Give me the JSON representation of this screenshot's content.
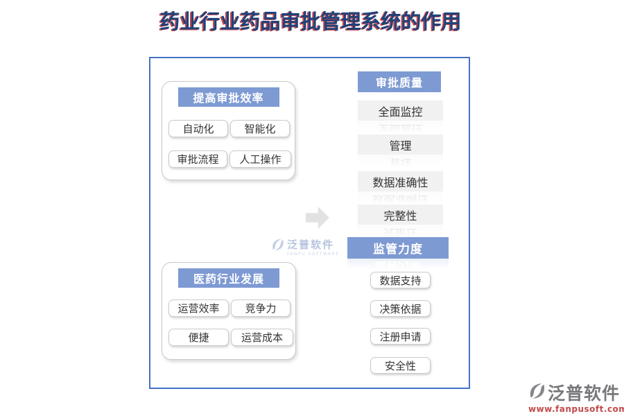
{
  "title": "药业行业药品审批管理系统的作用",
  "left_groups": [
    {
      "header": "提高审批效率",
      "tags": [
        "自动化",
        "智能化",
        "审批流程",
        "人工操作"
      ]
    },
    {
      "header": "医药行业发展",
      "tags": [
        "运营效率",
        "竞争力",
        "便捷",
        "运营成本"
      ]
    }
  ],
  "right_column": {
    "top_header": "审批质量",
    "gray_items": [
      "全面监控",
      "管理",
      "数据准确性",
      "完整性"
    ],
    "bottom_header": "监管力度",
    "white_items": [
      "数据支持",
      "决策依据",
      "注册申请",
      "安全性"
    ]
  },
  "watermark": {
    "brand": "泛普软件",
    "subtitle": "FANPU SOFTWARE"
  },
  "footer_logo": {
    "brand": "泛普软件",
    "url": "www.fanpusoft.com"
  },
  "icons": {
    "arrow": "right-arrow-icon",
    "watermark_logo": "fanpu-logo-icon",
    "footer_logo": "fanpu-logo-icon"
  },
  "colors": {
    "title_text": "#1F4279",
    "title_shadow": "#BE2830",
    "container_border": "#4472C4",
    "header_blue": "#7E9AD3",
    "gray_item_bg": "#F1F1F1",
    "tag_border": "#CBCBCB",
    "footer_brand_gray": "#77787B",
    "footer_url_red": "#C14A4A",
    "watermark_blue": "#B5C3DE"
  }
}
